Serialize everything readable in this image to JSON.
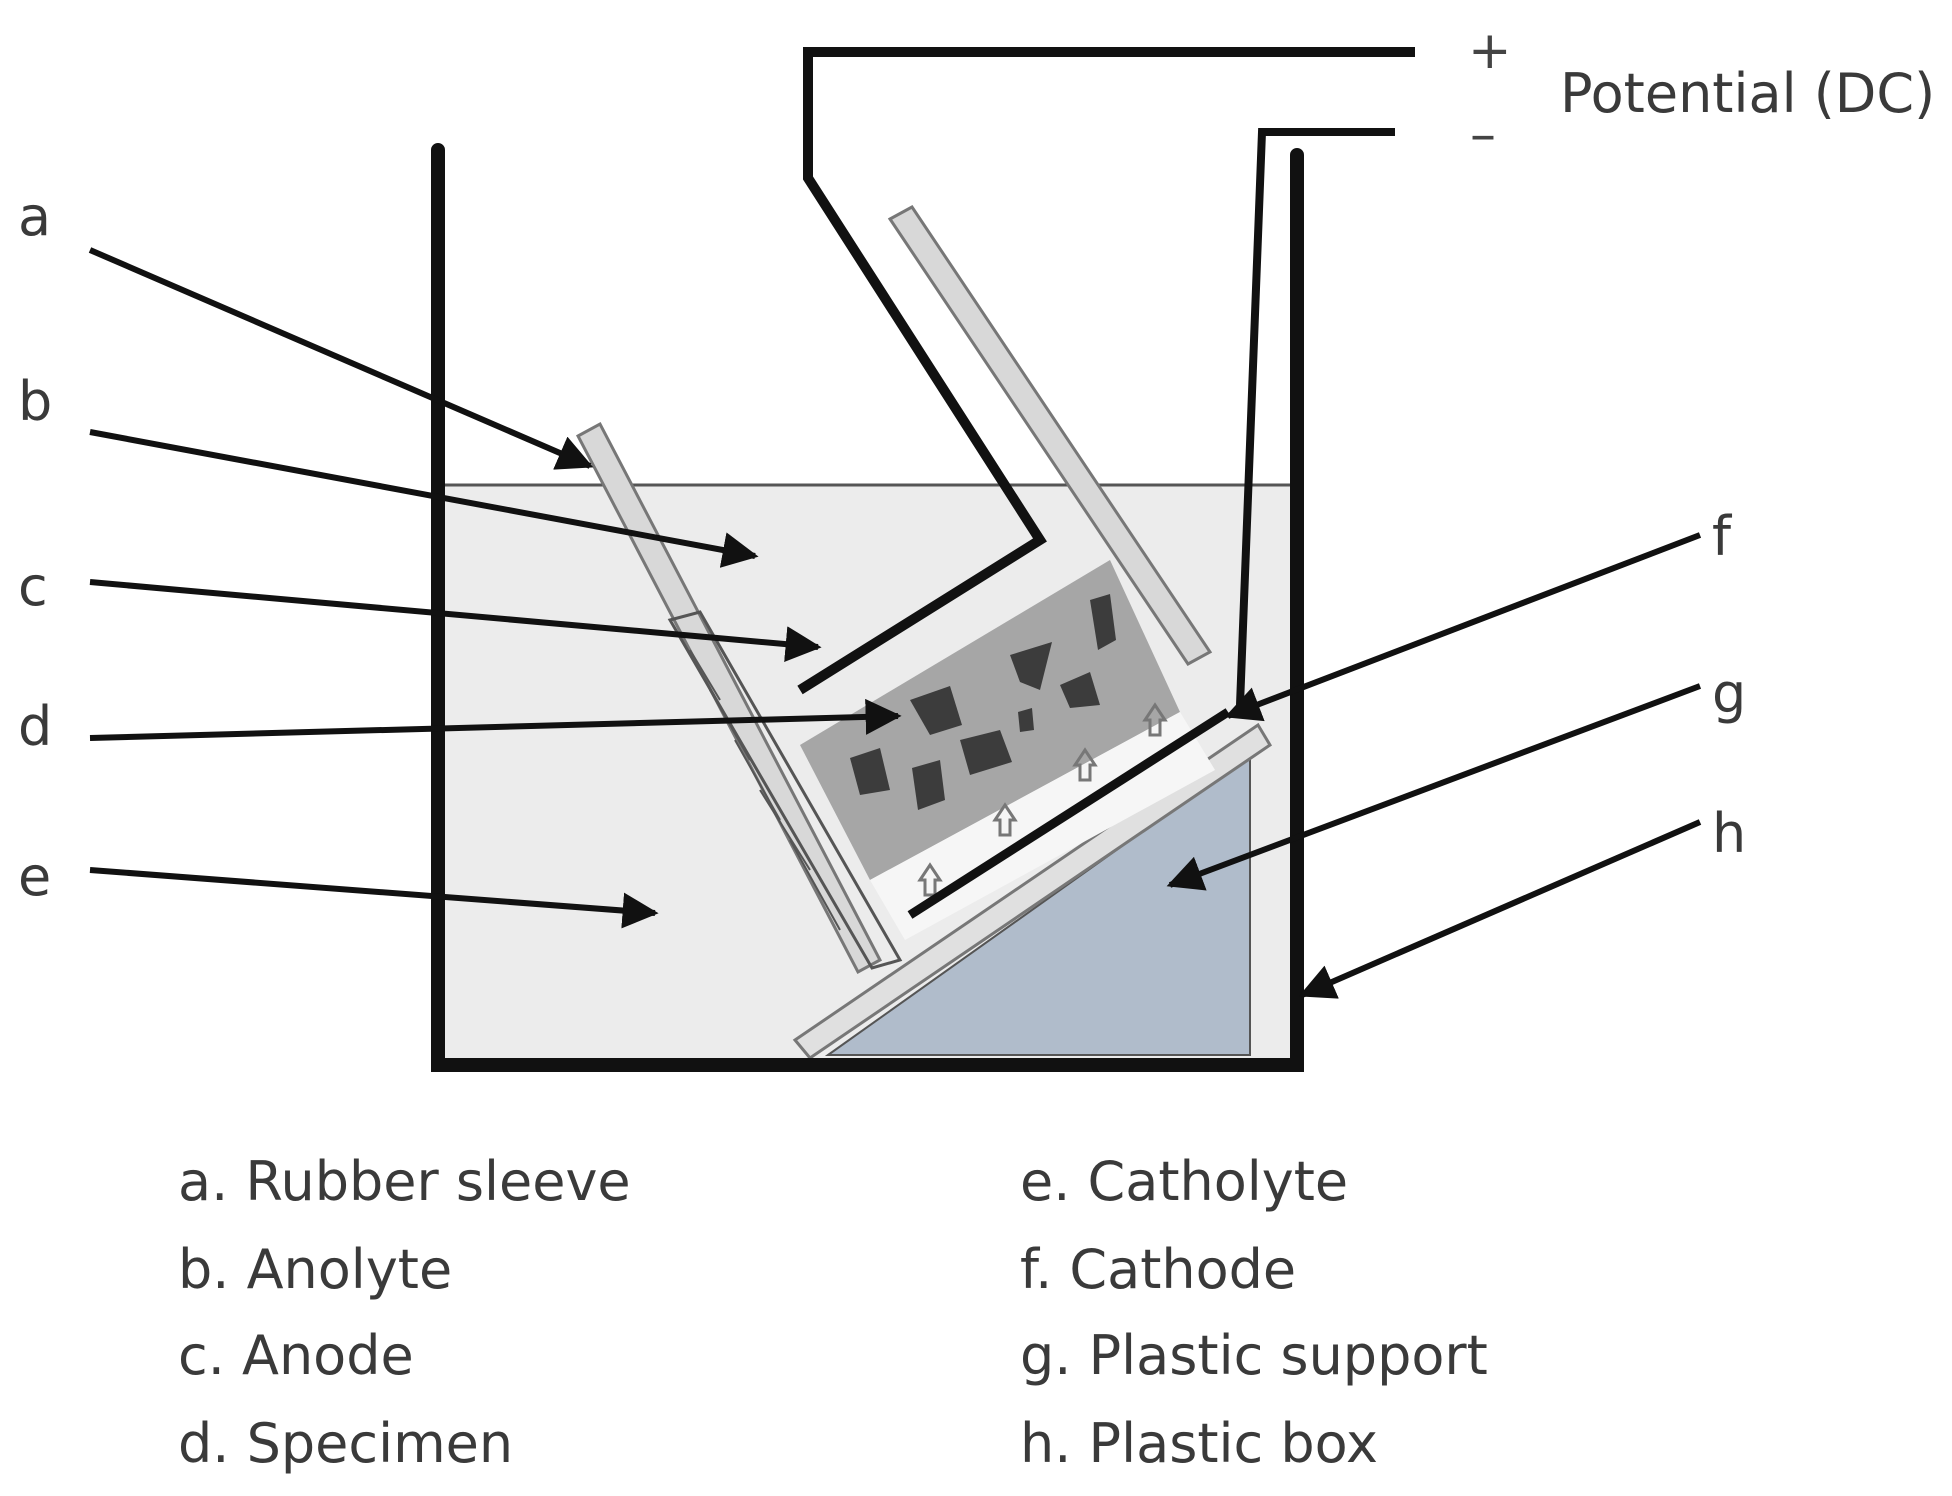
{
  "power": {
    "plus": "+",
    "minus": "–",
    "label": "Potential (DC)"
  },
  "callouts": {
    "a": "a",
    "b": "b",
    "c": "c",
    "d": "d",
    "e": "e",
    "f": "f",
    "g": "g",
    "h": "h"
  },
  "legend": {
    "a": "a. Rubber sleeve",
    "b": "b. Anolyte",
    "c": "c. Anode",
    "d": "d. Specimen",
    "e": "e.  Catholyte",
    "f": "f.  Cathode",
    "g": "g. Plastic support",
    "h": "h. Plastic box"
  },
  "colors": {
    "catholyte": "#ececec",
    "specimen": "#a6a6a6",
    "fragments": "#3c3c3c",
    "sleeve": "#d8d8d8",
    "support": "#b0bccb",
    "outline": "#111111"
  }
}
